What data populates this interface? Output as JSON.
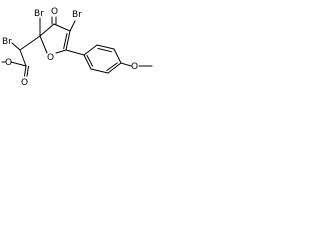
{
  "molecule": {
    "labels": {
      "br_methine": "Br",
      "br_c2": "Br",
      "br_c4": "Br",
      "o_ketone": "O",
      "o_ring": "O",
      "o_carbonyl": "O",
      "o_ester": "O",
      "o_methoxy": "O"
    }
  },
  "colors": {
    "ink": "#000000",
    "background": "#ffffff"
  }
}
